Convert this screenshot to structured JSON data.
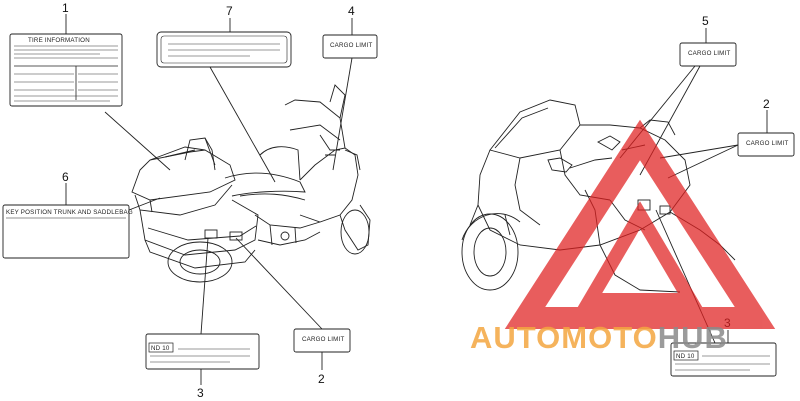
{
  "callouts": [
    "1",
    "7",
    "4",
    "6",
    "3",
    "2",
    "5",
    "2",
    "3"
  ],
  "labels": {
    "tire_info_title": "TIRE INFORMATION",
    "key_position": "KEY POSITION TRUNK AND SADDLEBAG",
    "cargo_limit": "CARGO LIMIT",
    "label_3_tag": "ND 10"
  },
  "watermark": {
    "part1": "AUTO",
    "part2": "MOTO",
    "part3": "HUB",
    "colors": {
      "orange": "#f4a640",
      "gray": "#8a8a8a",
      "red": "#e02020"
    }
  }
}
